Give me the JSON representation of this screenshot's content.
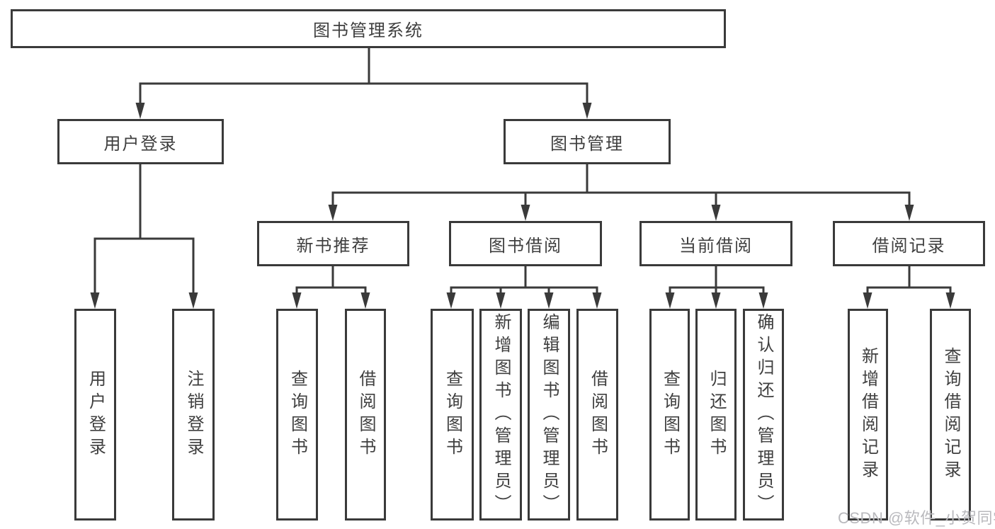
{
  "diagram": {
    "nodes": {
      "root": "图书管理系统",
      "user_login": "用户登录",
      "book_management": "图书管理",
      "new_book_recommend": "新书推荐",
      "book_borrow": "图书借阅",
      "current_borrow": "当前借阅",
      "borrow_records": "借阅记录",
      "leaf_user_login": "用户登录",
      "leaf_logout": "注销登录",
      "leaf_nb_query_books": "查询图书",
      "leaf_nb_borrow_books": "借阅图书",
      "leaf_bb_query_books": "查询图书",
      "leaf_bb_add_books": "新增图书（管理员）",
      "leaf_bb_edit_books": "编辑图书（管理员）",
      "leaf_bb_borrow_books": "借阅图书",
      "leaf_cb_query_books": "查询图书",
      "leaf_cb_return_books": "归还图书",
      "leaf_cb_confirm_return": "确认归还（管理员）",
      "leaf_br_add_record": "新增借阅记录",
      "leaf_br_query_record": "查询借阅记录"
    }
  },
  "watermark": "CSDN @软件_小贺同学",
  "colors": {
    "line": "#3a3a3a",
    "text": "#3f3f3f",
    "background": "#ffffff",
    "watermark": "#b9b9bd"
  }
}
